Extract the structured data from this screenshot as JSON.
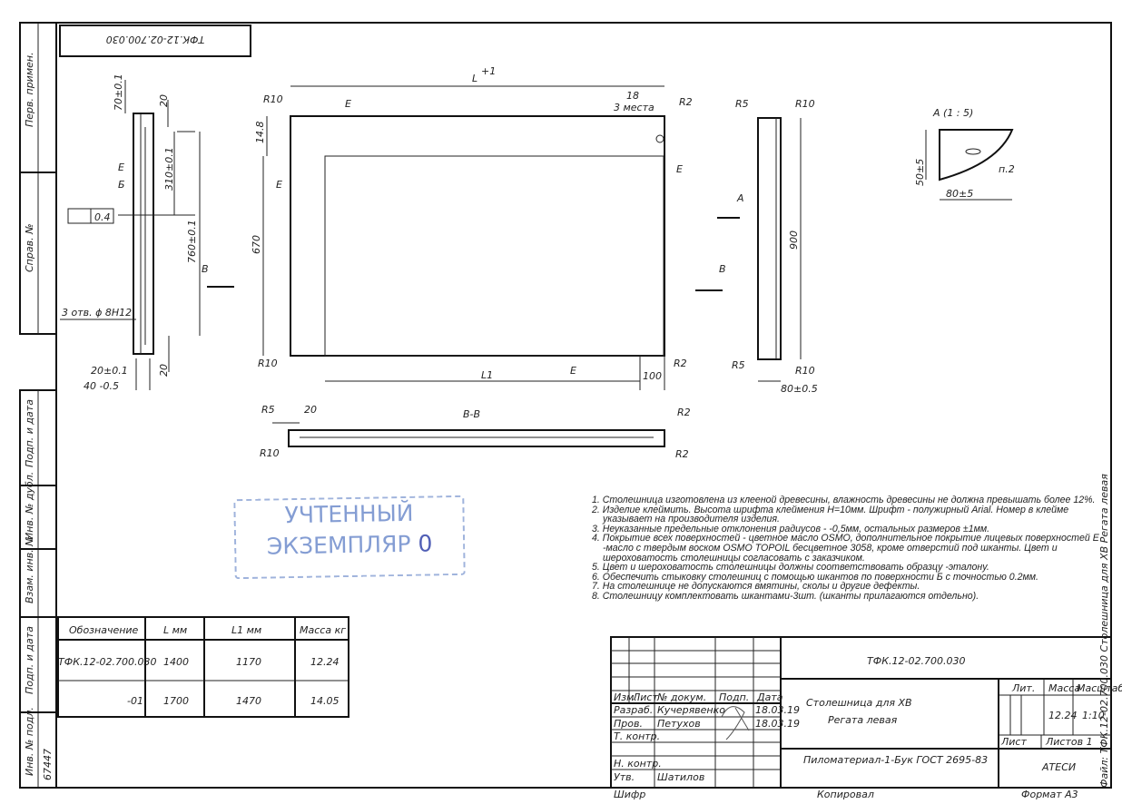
{
  "drawing_number": "ТФК.12-02.700.030",
  "stamp_number_rotated": "ТФК.12-02.700.030",
  "left_strip": [
    "Перв. примен.",
    "Справ. №",
    "Подп. и дата",
    "Инв. № дубл.",
    "Взам. инв. №",
    "Подп. и дата",
    "Инв. № подл."
  ],
  "inv_no": "67447",
  "dims": {
    "L": "L",
    "L_tol": "+1",
    "L1": "L1",
    "d18": "18",
    "mesta": "3 места",
    "R10a": "R10",
    "R2a": "R2",
    "R10b": "R10",
    "R2b": "R2",
    "d14_8": "14.8",
    "d670": "670",
    "d100": "100",
    "E": "E",
    "d70": "70±0.1",
    "d20a": "20",
    "d310": "310±0.1",
    "d760": "760±0.1",
    "d04": "0.4",
    "holes": "3 отв. ϕ 8H12",
    "d20b": "20±0.1",
    "d40": "40 -0.5",
    "d20c": "20",
    "Bv": "Б",
    "R5a": "R5",
    "R10c": "R10",
    "d900": "900",
    "R5b": "R5",
    "R10d": "R10",
    "d80": "80±0.5",
    "A": "А",
    "Bsec": "В",
    "viewA": "А (1 : 5)",
    "d50": "50±5",
    "d80b": "80±5",
    "n2": "п.2",
    "sec": "В-В",
    "R5c": "R5",
    "d20d": "20",
    "R10e": "R10",
    "R2c": "R2",
    "R2d": "R2"
  },
  "stamp": {
    "line1": "УЧТЕННЫЙ",
    "line2": "ЭКЗЕМПЛЯР",
    "mark": "0"
  },
  "notes": [
    "1. Столешница изготовлена из клееной древесины, влажность древесины не должна превышать более 12%.",
    "2. Изделие клеймить. Высота шрифта клеймения H=10мм. Шрифт - полужирный Arial. Номер в клейме указывает на производителя изделия.",
    "3. Неуказанные предельные отклонения радиусов - -0,5мм, остальных размеров ±1мм.",
    "4. Покрытие всех поверхностей - цветное масло OSMO, дополнительное покрытие лицевых поверхностей Е -масло с твердым воском OSMO TOPOIL бесцветное 3058, кроме отверстий под шканты. Цвет и шероховатость столешницы согласовать с заказчиком.",
    "5. Цвет и шероховатость столешницы должны соответствовать образцу -эталону.",
    "6. Обеспечить стыковку столешниц с помощью шкантов по поверхности Б с точностью 0.2мм.",
    "7. На столешнице не допускаются вмятины, сколы и другие дефекты.",
    "8. Столешницу комплектовать шкантами-3шт. (шканты прилагаются отдельно)."
  ],
  "table": {
    "headers": [
      "Обозначение",
      "L мм",
      "L1 мм",
      "Масса кг"
    ],
    "rows": [
      [
        "ТФК.12-02.700.030",
        "1400",
        "1170",
        "12.24"
      ],
      [
        "-01",
        "1700",
        "1470",
        "14.05"
      ]
    ]
  },
  "title_block": {
    "code": "ТФК.12-02.700.030",
    "name1": "Столешница для ХВ",
    "name2": "Регата левая",
    "material": "Пиломатериал-1-Бук ГОСТ 2695-83",
    "company": "АТЕСИ",
    "lit": "Лит.",
    "mass_label": "Масса",
    "scale_label": "Масштаб",
    "mass": "12.24",
    "scale": "1:10",
    "sheet": "Лист",
    "sheets": "Листов 1",
    "cols": [
      "Изм.",
      "Лист",
      "№ докум.",
      "Подп.",
      "Дата"
    ],
    "roles": [
      "Разраб.",
      "Пров.",
      "Т. контр.",
      "",
      "Н. контр.",
      "Утв."
    ],
    "names": [
      "Кучерявенко",
      "Петухов",
      "",
      "",
      "",
      "Шатилов"
    ],
    "dates": [
      "18.03.19",
      "18.03.19"
    ],
    "bottom": [
      "Шифр",
      "Копировал",
      "Формат А3"
    ],
    "side": "Файл: ТФК.12-02.700.030 Столешница для ХВ Регата левая"
  }
}
